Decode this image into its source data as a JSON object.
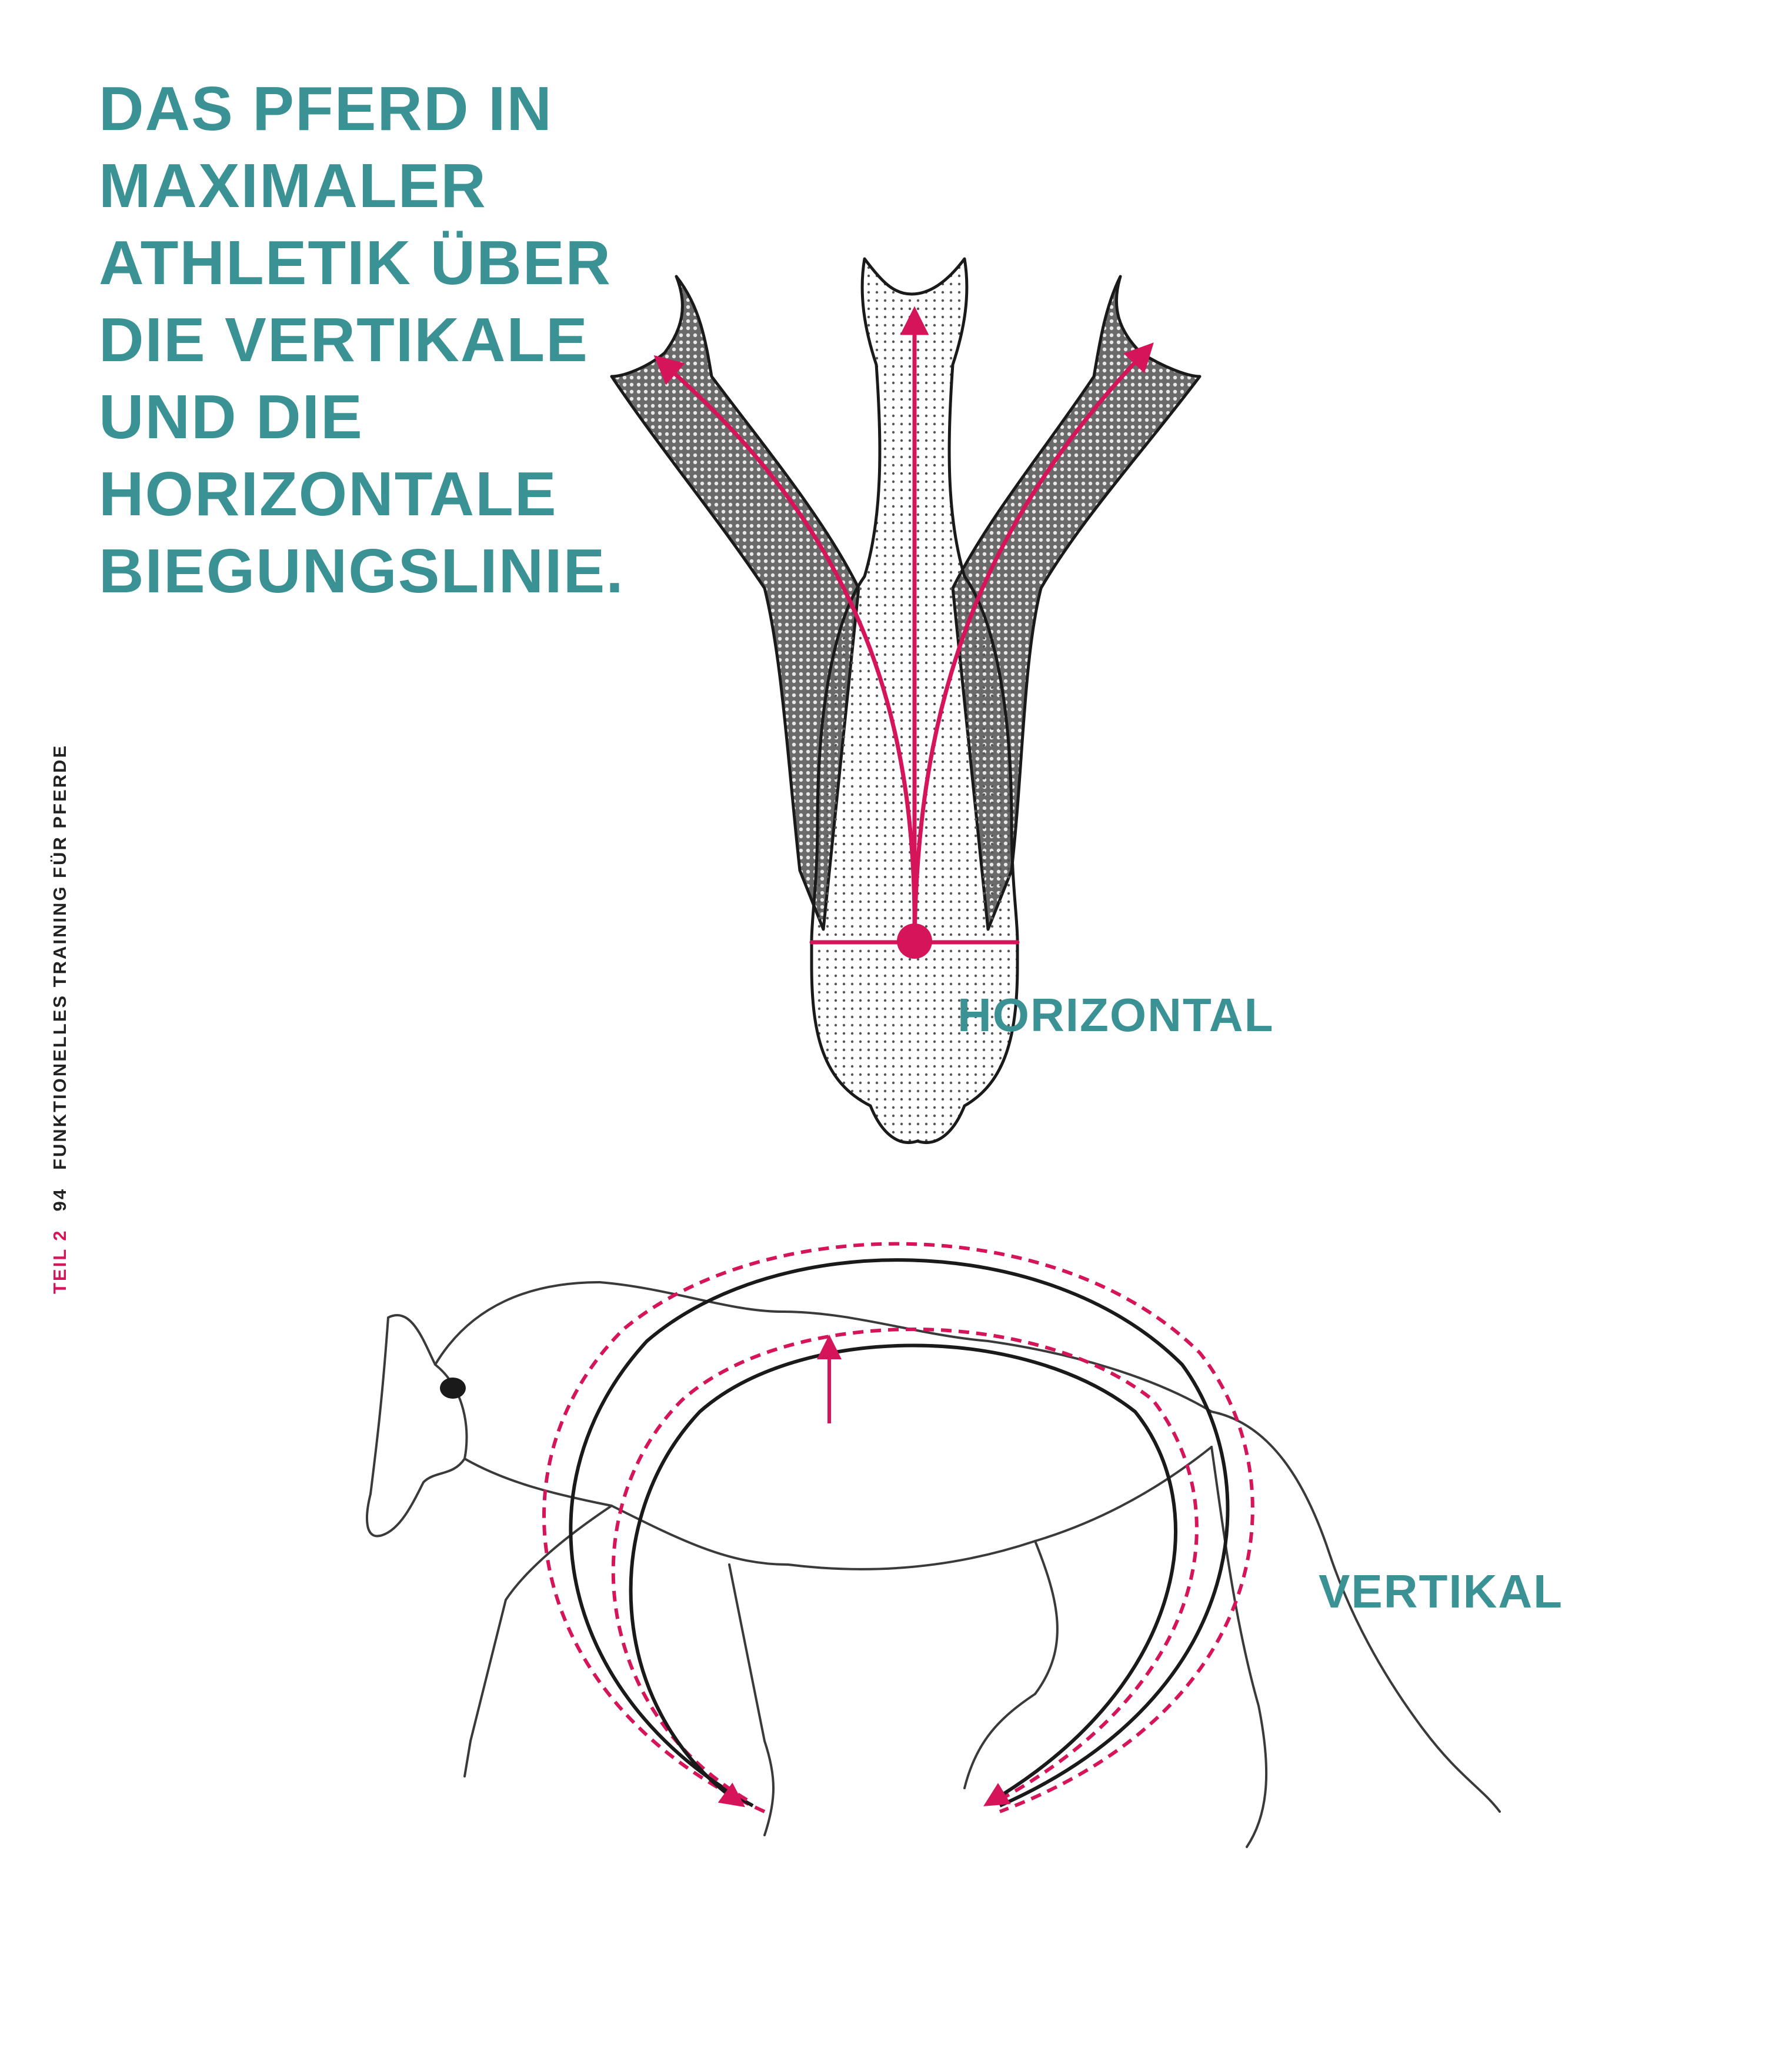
{
  "heading": {
    "lines": [
      "DAS PFERD IN",
      "MAXIMALER",
      "ATHLETIK ÜBER",
      "DIE VERTIKALE",
      "UND DIE",
      "HORIZONTALE",
      "BIEGUNGSLINIE."
    ]
  },
  "labels": {
    "horizontal": "HORIZONTAL",
    "vertical": "VERTIKAL"
  },
  "running_head": {
    "part": "TEIL 2",
    "page": "94",
    "book": "FUNKTIONELLES TRAINING FÜR PFERDE"
  },
  "colors": {
    "accent": "#3a9294",
    "highlight": "#d5145a",
    "ink": "#1a1a1a"
  },
  "illustrations": {
    "top": "horse-top-view-drawing",
    "bottom": "horse-side-view-drawing"
  }
}
